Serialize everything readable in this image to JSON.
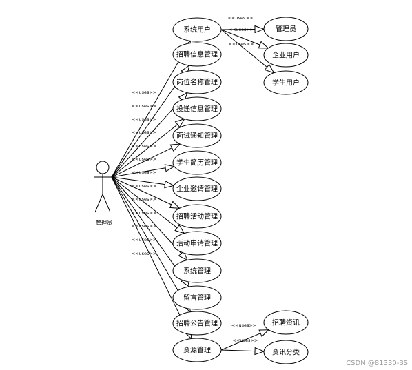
{
  "actor": {
    "name": "管理员"
  },
  "uses_label": "<<uses>>",
  "use_cases": [
    {
      "id": "uc1",
      "label": "系统用户"
    },
    {
      "id": "uc2",
      "label": "招聘信息管理"
    },
    {
      "id": "uc3",
      "label": "岗位名称管理"
    },
    {
      "id": "uc4",
      "label": "投递信息管理"
    },
    {
      "id": "uc5",
      "label": "面试通知管理"
    },
    {
      "id": "uc6",
      "label": "学生简历管理"
    },
    {
      "id": "uc7",
      "label": "企业邀请管理"
    },
    {
      "id": "uc8",
      "label": "招聘活动管理"
    },
    {
      "id": "uc9",
      "label": "活动申请管理"
    },
    {
      "id": "uc10",
      "label": "系统管理"
    },
    {
      "id": "uc11",
      "label": "留言管理"
    },
    {
      "id": "uc12",
      "label": "招聘公告管理"
    },
    {
      "id": "uc13",
      "label": "资源管理"
    }
  ],
  "sub_use_cases": [
    {
      "id": "s1",
      "label": "管理员",
      "parent": "uc1"
    },
    {
      "id": "s2",
      "label": "企业用户",
      "parent": "uc1"
    },
    {
      "id": "s3",
      "label": "学生用户",
      "parent": "uc1"
    },
    {
      "id": "s4",
      "label": "招聘资讯",
      "parent": "uc13"
    },
    {
      "id": "s5",
      "label": "资讯分类",
      "parent": "uc13"
    }
  ],
  "watermark": "CSDN @81330-BS"
}
